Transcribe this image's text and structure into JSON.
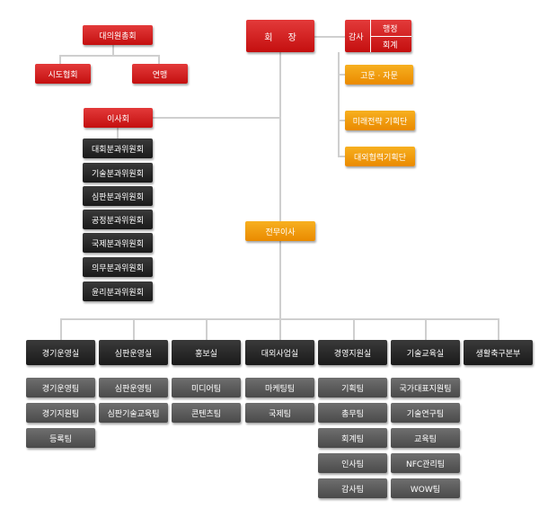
{
  "top": {
    "general_assembly": "대의원총회",
    "provincial": "시도협회",
    "league": "연맹",
    "president": "회 장",
    "audit": "감사",
    "admin": "행정",
    "accounting": "회계",
    "advisory": "고문 · 자문",
    "future_planning": "미래전략 기획단",
    "cooperation_planning": "대외협력기획단",
    "board": "이사회",
    "executive_director": "전무이사"
  },
  "committees": [
    "대회분과위원회",
    "기술분과위원회",
    "심판분과위원회",
    "공정분과위원회",
    "국제분과위원회",
    "의무분과위원회",
    "윤리분과위원회"
  ],
  "departments": [
    {
      "name": "경기운영실",
      "teams": [
        "경기운영팀",
        "경기지원팀",
        "등록팀"
      ]
    },
    {
      "name": "심판운영실",
      "teams": [
        "심판운영팀",
        "심판기술교육팀"
      ]
    },
    {
      "name": "홍보실",
      "teams": [
        "미디어팀",
        "콘텐츠팀"
      ]
    },
    {
      "name": "대외사업실",
      "teams": [
        "마케팅팀",
        "국제팀"
      ]
    },
    {
      "name": "경영지원실",
      "teams": [
        "기획팀",
        "총무팀",
        "회계팀",
        "인사팀",
        "감사팀"
      ]
    },
    {
      "name": "기술교육실",
      "teams": [
        "국가대표지원팀",
        "기술연구팀",
        "교육팀",
        "NFC관리팀",
        "WOW팀"
      ]
    },
    {
      "name": "생활축구본부",
      "teams": []
    }
  ],
  "colors": {
    "red": "#d42020",
    "orange": "#f29a10",
    "black": "#222222",
    "gray": "#5a5a5a",
    "line": "#cfcfcf"
  }
}
